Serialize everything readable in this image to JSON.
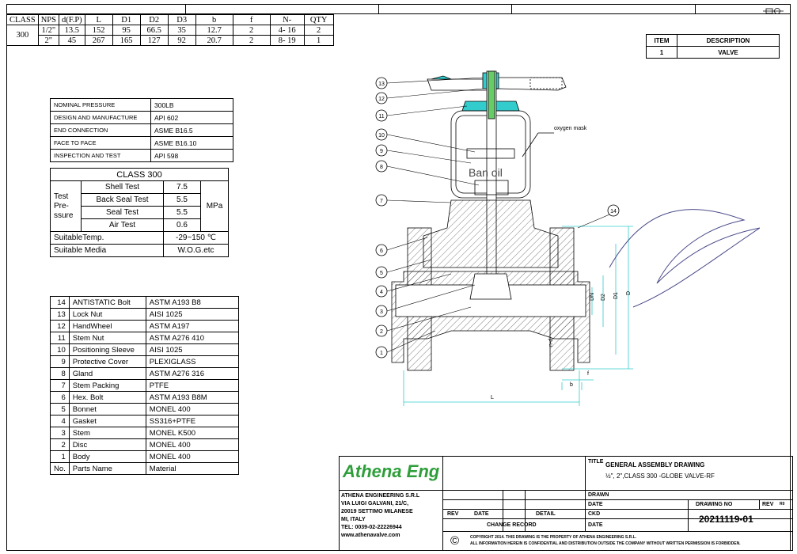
{
  "dimension_table": {
    "headers": [
      "CLASS",
      "NPS",
      "d(F.P)",
      "L",
      "D1",
      "D2",
      "D3",
      "b",
      "f",
      "N-",
      "QTY"
    ],
    "class_value": "300",
    "rows": [
      [
        "1/2\"",
        "13.5",
        "152",
        "95",
        "66.5",
        "35",
        "12.7",
        "2",
        "4- 16",
        "2"
      ],
      [
        "2\"",
        "45",
        "267",
        "165",
        "127",
        "92",
        "20.7",
        "2",
        "8- 19",
        "1"
      ]
    ]
  },
  "item_table": {
    "headers": [
      "ITEM",
      "DESCRIPTION"
    ],
    "rows": [
      [
        "1",
        "VALVE"
      ]
    ]
  },
  "spec_table": [
    [
      "NOMINAL PRESSURE",
      "300LB"
    ],
    [
      "DESIGN AND MANUFACTURE",
      "API 602"
    ],
    [
      "END CONNECTION",
      "ASME B16.5"
    ],
    [
      "FACE TO FACE",
      "ASME B16.10"
    ],
    [
      "INSPECTION AND TEST",
      "API 598"
    ]
  ],
  "class_table": {
    "title": "CLASS 300",
    "test_label": "Test Pre- ssure",
    "tests": [
      [
        "Shell Test",
        "7.5"
      ],
      [
        "Back Seal Test",
        "5.5"
      ],
      [
        "Seal Test",
        "5.5"
      ],
      [
        "Air Test",
        "0.6"
      ]
    ],
    "unit": "MPa",
    "temp_label": "SuitableTemp.",
    "temp_value": "-29~150 ℃",
    "media_label": "Suitable Media",
    "media_value": "W.O.G.etc"
  },
  "parts_table": {
    "rows": [
      [
        "14",
        "ANTISTATIC Bolt",
        "ASTM A193 B8"
      ],
      [
        "13",
        "Lock Nut",
        "AISI 1025"
      ],
      [
        "12",
        "HandWheel",
        "ASTM A197"
      ],
      [
        "11",
        "Stem Nut",
        "ASTM A276 410"
      ],
      [
        "10",
        "Positioning Sleeve",
        "AISI 1025"
      ],
      [
        "9",
        "Protective Cover",
        "PLEXIGLASS"
      ],
      [
        "8",
        "Gland",
        "ASTM A276 316"
      ],
      [
        "7",
        "Stem Packing",
        "PTFE"
      ],
      [
        "6",
        "Hex. Bolt",
        "ASTM A193 B8M"
      ],
      [
        "5",
        "Bonnet",
        "MONEL 400"
      ],
      [
        "4",
        "Gasket",
        "SS316+PTFE"
      ],
      [
        "3",
        "Stem",
        "MONEL K500"
      ],
      [
        "2",
        "Disc",
        "MONEL 400"
      ],
      [
        "1",
        "Body",
        "MONEL 400"
      ]
    ],
    "footer": [
      "No.",
      "Parts Name",
      "Material"
    ]
  },
  "drawing": {
    "balloons": [
      "13",
      "12",
      "11",
      "10",
      "9",
      "8",
      "7",
      "6",
      "5",
      "4",
      "3",
      "2",
      "1",
      "14"
    ],
    "oxygen_label": "oxygen mask",
    "ban_oil": "Ban oil",
    "dim_labels": [
      "DN",
      "D2",
      "D1",
      "D",
      "L",
      "f",
      "b",
      "n-d"
    ]
  },
  "title_block": {
    "logo": "Athena Eng",
    "company": [
      "ATHENA ENGINEERING S.R.L",
      "VIA LUIGI GALVANI, 21/C,",
      "20019 SETTIMO MILANESE",
      "MI, ITALY",
      "TEL: 0039-02-22226944",
      "www.athenavalve.com"
    ],
    "title_label": "TITLE",
    "title_line1": "GENERAL ASSEMBLY DRAWING",
    "title_line2": "½\", 2\",CLASS 300 -GLOBE VALVE-RF",
    "drawn": "DRAWN",
    "date": "DATE",
    "chkd": "CKD",
    "drawing_no_label": "DRAWING NO",
    "rev_label": "REV",
    "rev_value": "R0",
    "drawing_no": "20211119-01",
    "rev_col": "REV",
    "date_col": "DATE",
    "detail_col": "DETAIL",
    "change_record": "CHANGE RECORD",
    "copyright_symbol": "©",
    "copyright_1": "COPYRIGHT 2014. THIS DRAWING IS THE PROPERTY OF ATHENA ENGINEERING S.R.L.",
    "copyright_2": "ALL INFORMATION HEREIN IS CONFIDENTIAL AND DISTRIBUTION OUTSIDE THE COMPANY WITHOUT WRITTEN PERMISSION IS FORBIDDEN."
  }
}
